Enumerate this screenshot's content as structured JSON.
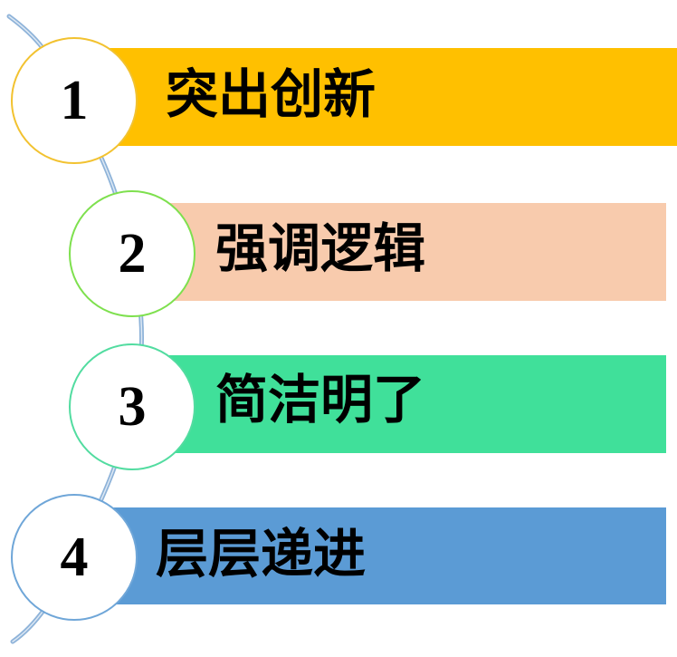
{
  "steps": [
    {
      "number": "1",
      "label": "突出创新",
      "band_color": "#FFC000",
      "circle_border": "#F2C230"
    },
    {
      "number": "2",
      "label": "强调逻辑",
      "band_color": "#F8CBAD",
      "circle_border": "#7EE04E"
    },
    {
      "number": "3",
      "label": "简洁明了",
      "band_color": "#40E09A",
      "circle_border": "#52DCA0"
    },
    {
      "number": "4",
      "label": "层层递进",
      "band_color": "#5B9BD5",
      "circle_border": "#6FA6D8"
    }
  ],
  "connector_color": "#8EB3D9"
}
